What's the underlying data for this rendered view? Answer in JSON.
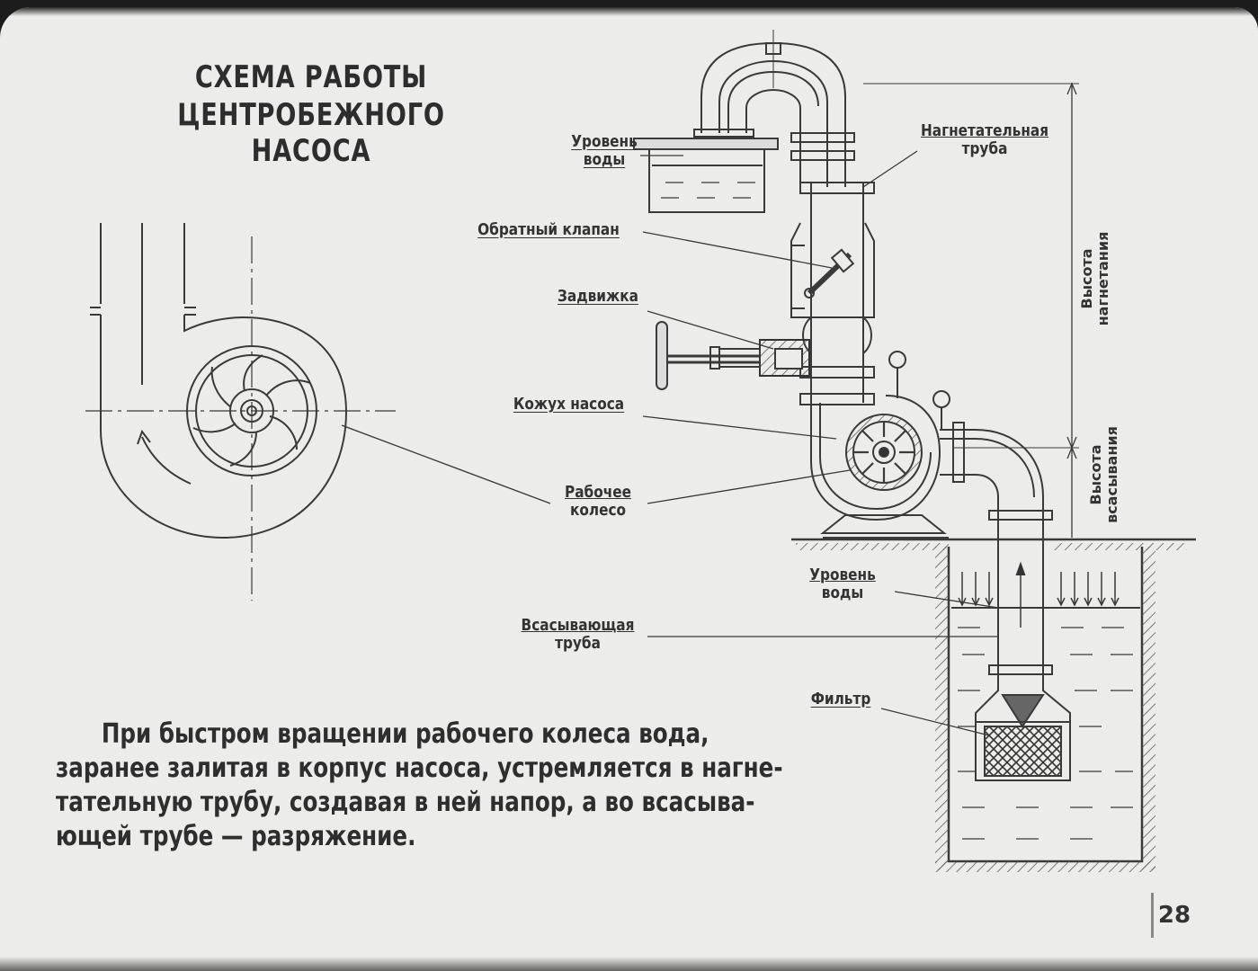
{
  "title": {
    "line1": "СХЕМА РАБОТЫ",
    "line2": "ЦЕНТРОБЕЖНОГО НАСОСА"
  },
  "labels": {
    "water_level_top": [
      "Уровень",
      "воды"
    ],
    "discharge_pipe": [
      "Нагнетательная",
      "труба"
    ],
    "check_valve": "Обратный клапан",
    "gate_valve": "Задвижка",
    "pump_casing": "Кожух насоса",
    "impeller": [
      "Рабочее",
      "колесо"
    ],
    "water_level_bottom": [
      "Уровень",
      "воды"
    ],
    "suction_pipe": [
      "Всасывающая",
      "труба"
    ],
    "filter": "Фильтр",
    "discharge_height": [
      "Высота",
      "нагнетания"
    ],
    "suction_height": [
      "Высота",
      "всасывания"
    ]
  },
  "caption": [
    "При быстром вращении рабочего колеса вода,",
    "заранее залитая в корпус насоса, устремляется в нагне-",
    "тательную трубу, создавая в ней напор, а во всасыва-",
    "ющей трубе — разряжение."
  ],
  "page_number": "28",
  "colors": {
    "paper": "#ececea",
    "ink": "#333333",
    "frame": "#1c1c1c"
  }
}
